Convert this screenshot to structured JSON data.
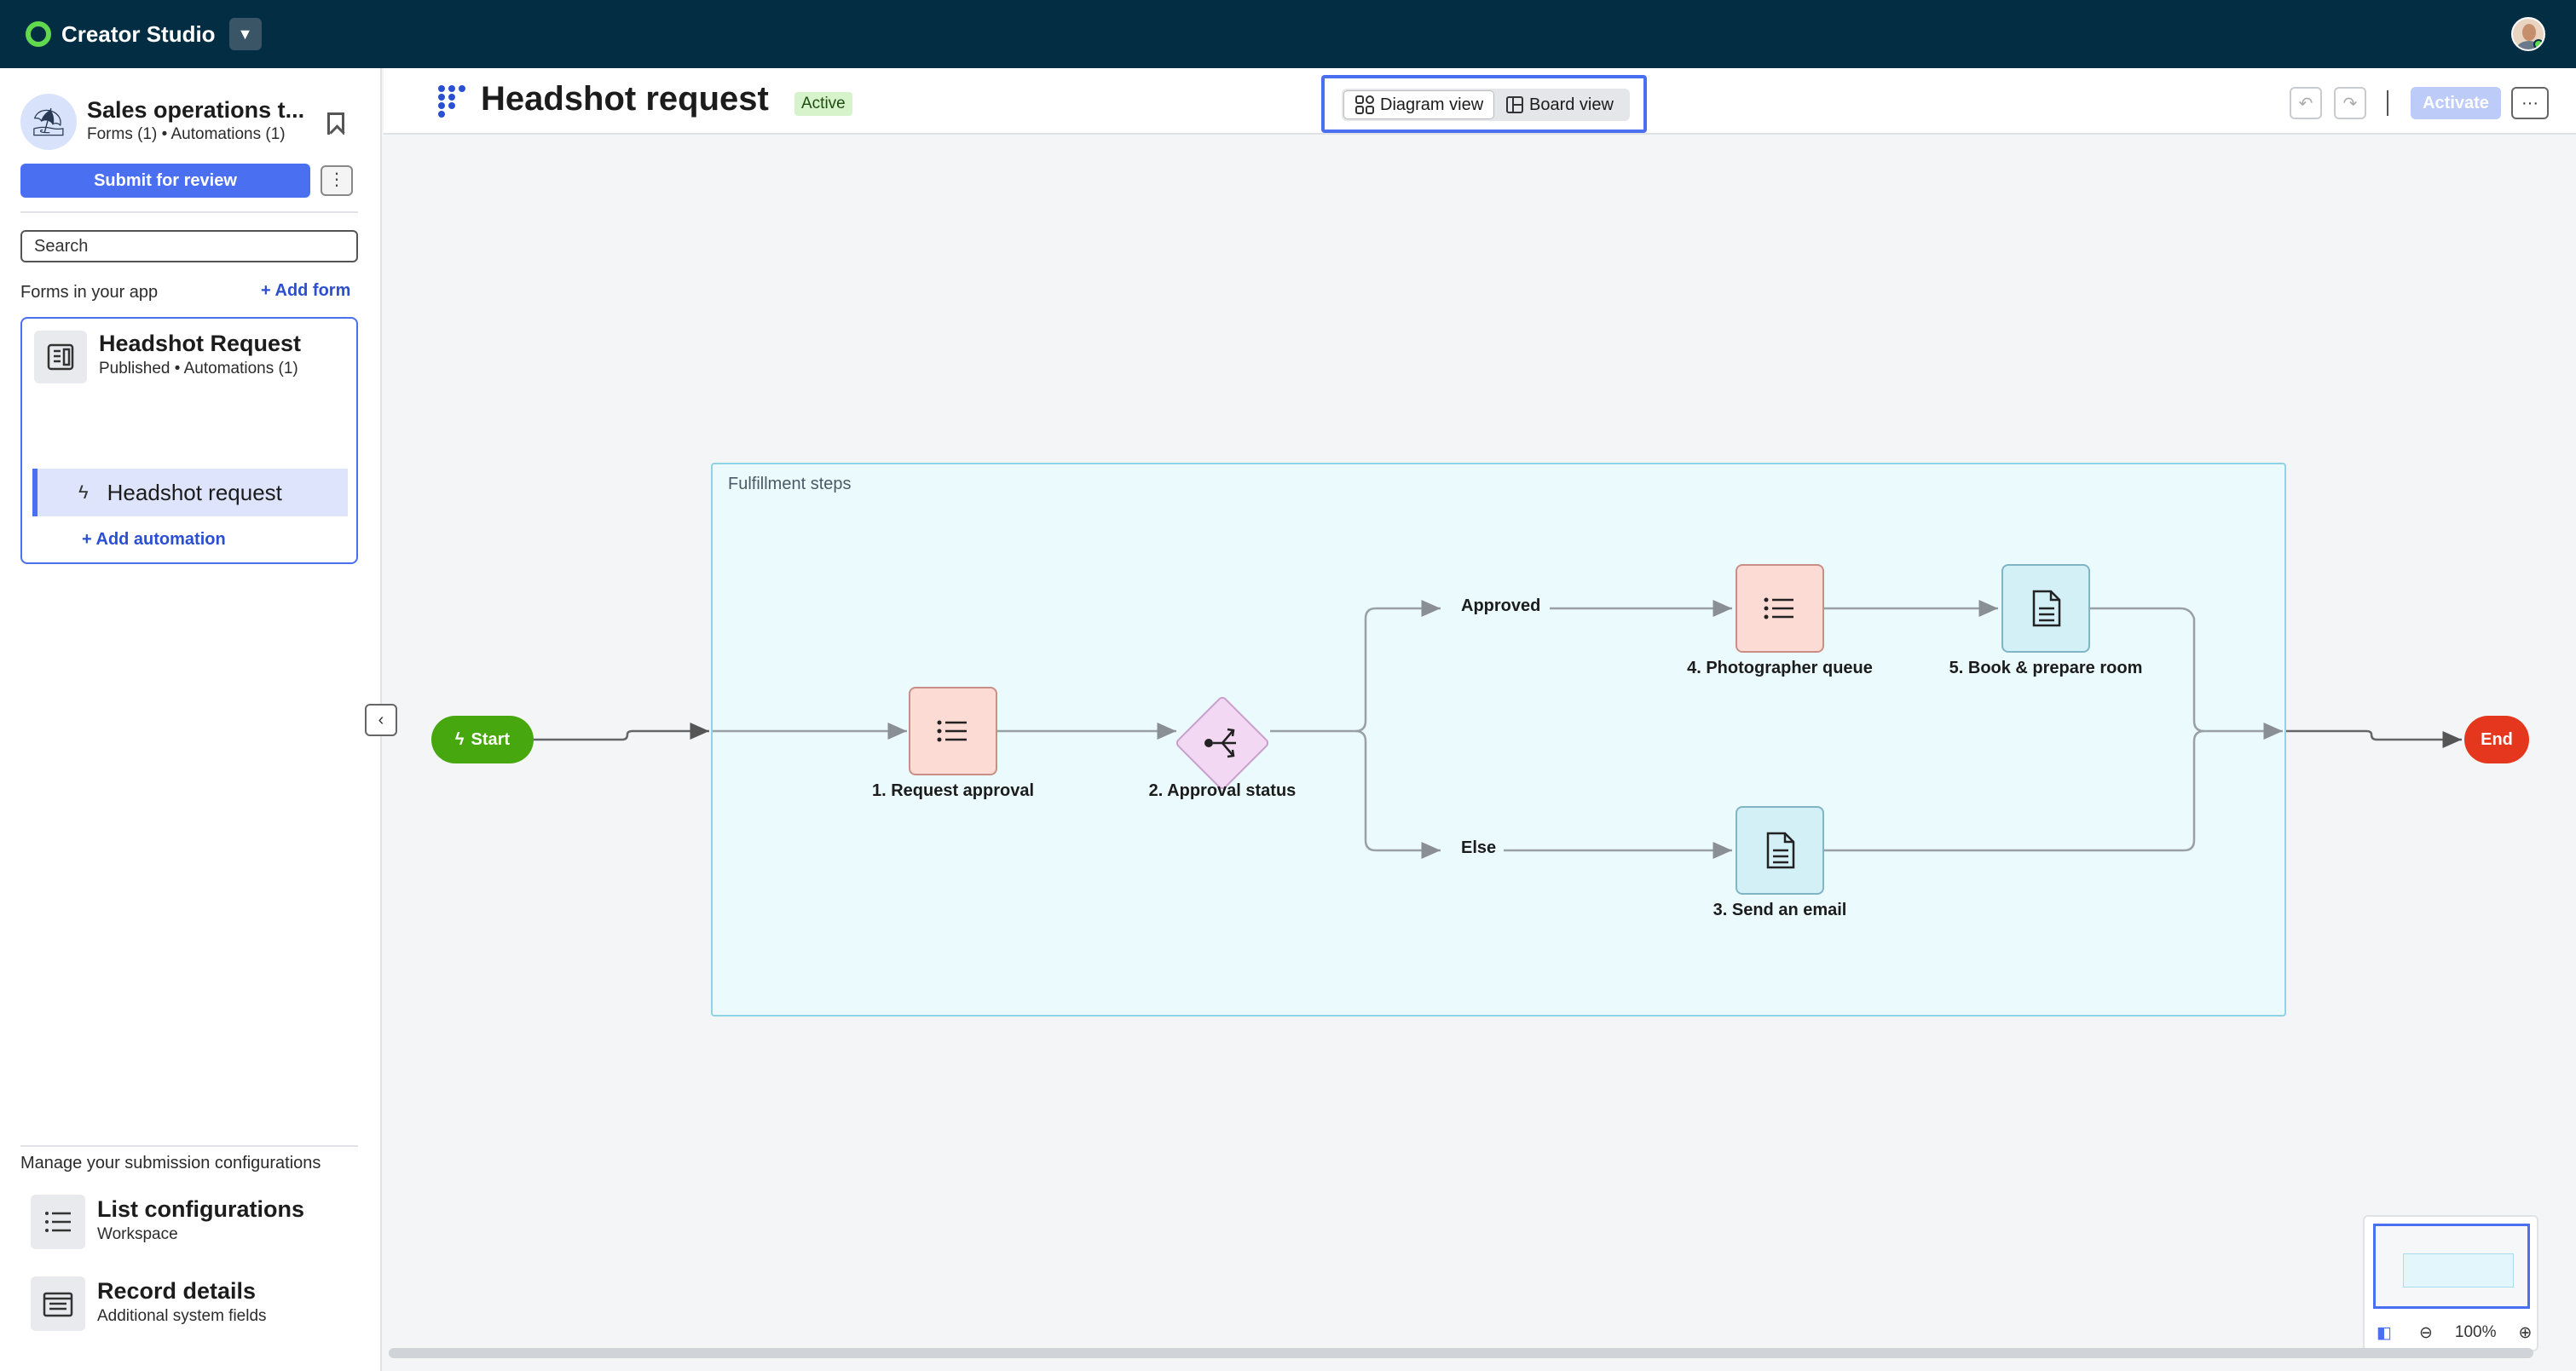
{
  "app": {
    "name": "Creator Studio"
  },
  "sidebar": {
    "app_name": "Sales operations t...",
    "app_meta": "Forms (1) • Automations (1)",
    "submit_label": "Submit for review",
    "more_label": "⋮",
    "search_placeholder": "Search",
    "forms_label": "Forms in your app",
    "add_form_label": "+ Add form",
    "form": {
      "name": "Headshot Request",
      "meta": "Published • Automations (1)",
      "automation_label": "Headshot request",
      "add_automation_label": "+ Add automation"
    },
    "manage_label": "Manage your submission configurations",
    "configs": [
      {
        "name": "List configurations",
        "sub": "Workspace"
      },
      {
        "name": "Record details",
        "sub": "Additional system fields"
      }
    ]
  },
  "header": {
    "title": "Headshot request",
    "status": "Active",
    "views": [
      "Diagram view",
      "Board view"
    ],
    "activate_label": "Activate",
    "kebab_label": "···"
  },
  "diagram": {
    "group_label": "Fulfillment steps",
    "start_label": "Start",
    "end_label": "End",
    "nodes": {
      "request_approval": "1. Request approval",
      "approval_status": "2. Approval status",
      "send_email": "3. Send an email",
      "photographer_queue": "4. Photographer queue",
      "book_room": "5. Book & prepare room"
    },
    "branches": {
      "approved": "Approved",
      "else": "Else"
    }
  },
  "minimap": {
    "zoom": "100%"
  },
  "colors": {
    "topbar": "#032d42",
    "accent": "#4a6ff0",
    "start": "#47a70f",
    "end": "#e4371e",
    "task": "#fddbd5",
    "doc": "#d3f0f7",
    "decision": "#f3d8f4",
    "group": "#ebfafd"
  }
}
